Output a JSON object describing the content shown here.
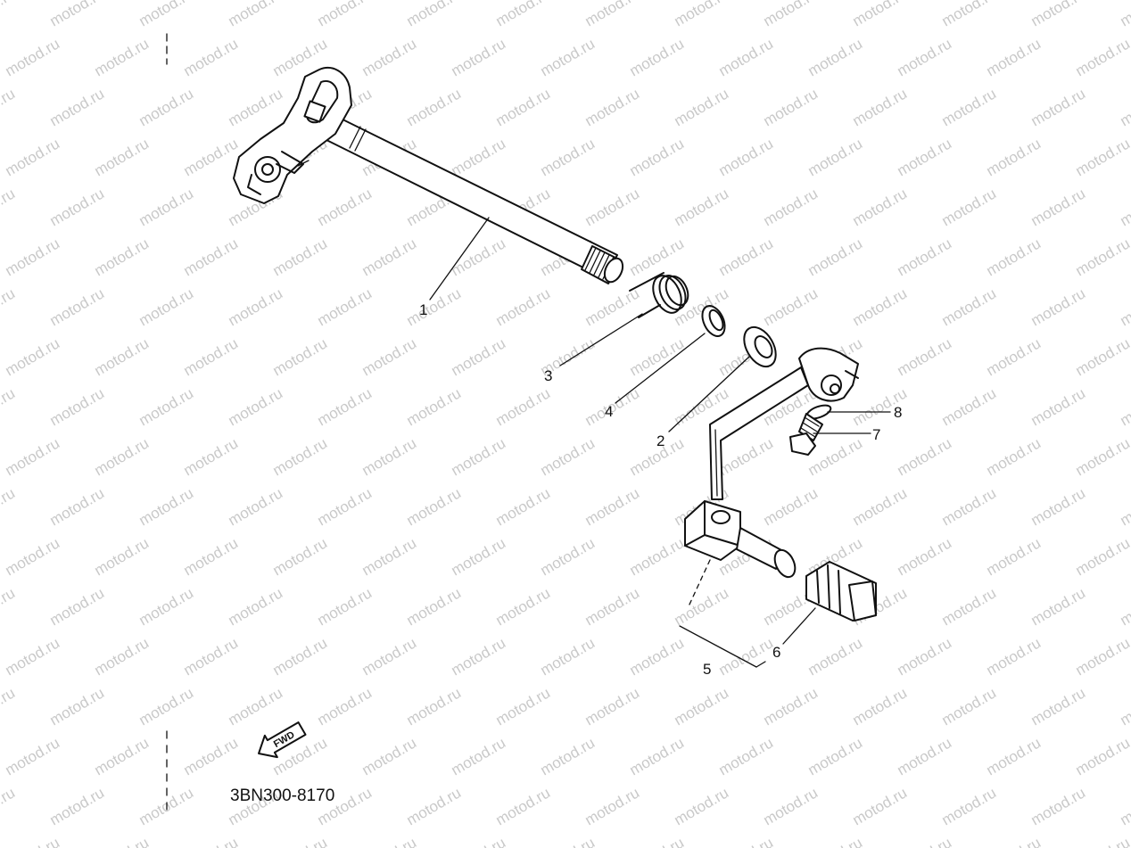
{
  "diagram": {
    "watermark": "motod.ru",
    "part_code": "3BN300-8170",
    "fwd_arrow_label": "FWD",
    "callouts": [
      {
        "id": "1",
        "label": "1"
      },
      {
        "id": "2",
        "label": "2"
      },
      {
        "id": "3",
        "label": "3"
      },
      {
        "id": "4",
        "label": "4"
      },
      {
        "id": "5",
        "label": "5"
      },
      {
        "id": "6",
        "label": "6"
      },
      {
        "id": "7",
        "label": "7"
      },
      {
        "id": "8",
        "label": "8"
      }
    ],
    "colors": {
      "ink": "#111111",
      "watermark": "#c9c9c9",
      "background": "#ffffff"
    }
  }
}
